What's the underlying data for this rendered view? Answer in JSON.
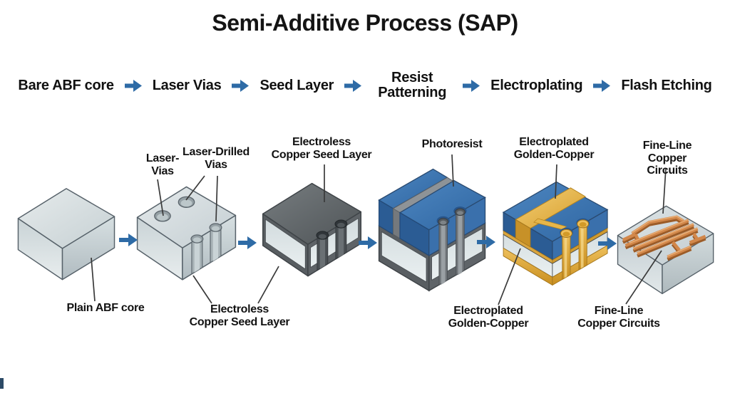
{
  "title": "Semi-Additive Process (SAP)",
  "process_steps": [
    {
      "label": "Bare ABF core"
    },
    {
      "label": "Laser Vias"
    },
    {
      "label": "Seed Layer"
    },
    {
      "label": "Resist Patterning"
    },
    {
      "label": "Electroplating"
    },
    {
      "label": "Flash Etching"
    }
  ],
  "callouts": [
    {
      "text": "Plain ABF core"
    },
    {
      "text": "Laser-\nVias"
    },
    {
      "text": "Laser-Drilled\nVias"
    },
    {
      "text": "Electroless\nCopper Seed Layer"
    },
    {
      "text": "Electroless\nCopper Seed Layer"
    },
    {
      "text": "Photoresist"
    },
    {
      "text": "Electroplated\nGolden-Copper"
    },
    {
      "text": "Electroplated\nGolden-Copper"
    },
    {
      "text": "Fine-Line\nCopper Circuits"
    },
    {
      "text": "Fine-Line\nCopper Circuits"
    }
  ],
  "icons": {
    "arrow": "arrow-right-icon"
  },
  "colors": {
    "arrow_blue": "#2e6ba6",
    "resist_blue": "#3e78b5",
    "seed_gray": "#5e6367",
    "core_gray": "#cfd8db",
    "gold": "#e9b94d",
    "copper": "#d2874a",
    "text": "#141414",
    "leader_line": "#3a3a3a"
  }
}
